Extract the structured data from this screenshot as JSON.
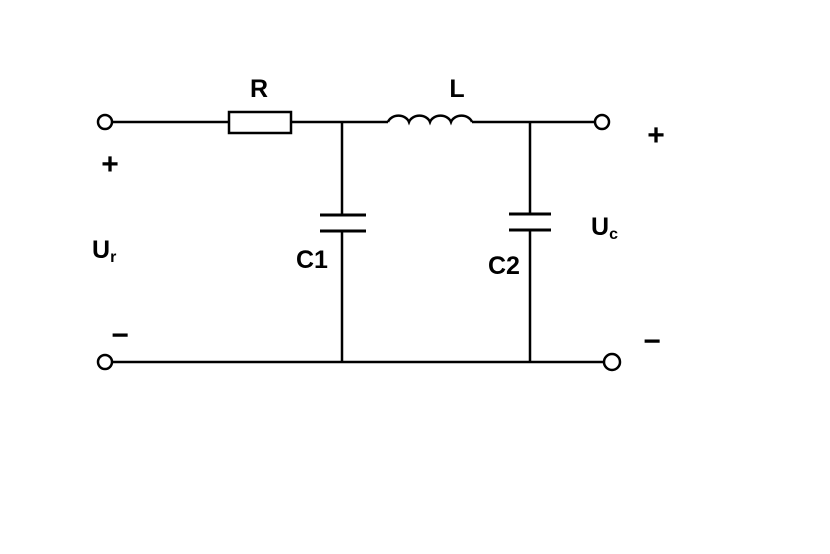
{
  "circuit": {
    "components": {
      "resistor_label": "R",
      "inductor_label": "L",
      "capacitor1_label": "C1",
      "capacitor2_label": "C2"
    },
    "input": {
      "voltage_symbol": "U",
      "voltage_subscript": "r",
      "plus": "+",
      "minus": "−"
    },
    "output": {
      "voltage_symbol": "U",
      "voltage_subscript": "c",
      "plus": "+",
      "minus": "−"
    },
    "colors": {
      "stroke": "#000000",
      "background": "#ffffff"
    }
  }
}
